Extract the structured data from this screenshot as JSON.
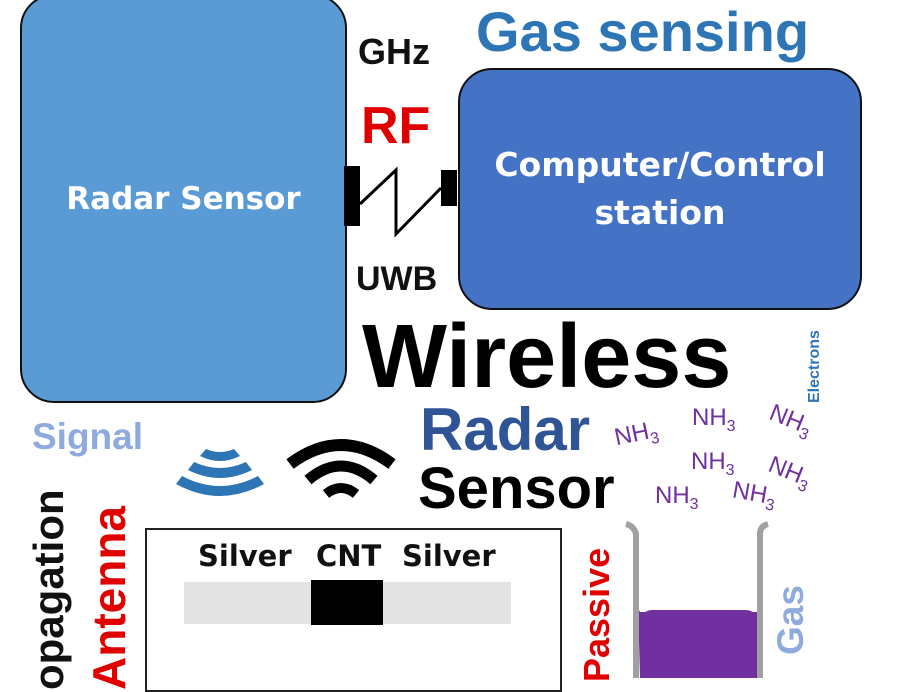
{
  "labels": {
    "radar_sensor_box": "Radar Sensor",
    "computer_box_line1": "Computer/Control",
    "computer_box_line2": "station",
    "ghz": "GHz",
    "rf": "RF",
    "uwb": "UWB",
    "gas_sensing": "Gas sensing",
    "wireless": "Wireless",
    "electrons": "Electrons",
    "signal": "Signal",
    "radar": "Radar",
    "sensor": "Sensor",
    "propagation": "opagation",
    "antenna": "Antenna",
    "passive": "Passive",
    "gas": "Gas",
    "silver_left": "Silver",
    "cnt": "CNT",
    "silver_right": "Silver"
  },
  "molecules": [
    {
      "base": "NH",
      "sub": "3"
    },
    {
      "base": "NH",
      "sub": "3"
    },
    {
      "base": "NH",
      "sub": "3"
    },
    {
      "base": "NH",
      "sub": "3"
    },
    {
      "base": "NH",
      "sub": "3"
    },
    {
      "base": "NH",
      "sub": "3"
    },
    {
      "base": "NH",
      "sub": "3"
    }
  ],
  "colors": {
    "radar_box": "#5b9bd5",
    "computer_box": "#4472c4",
    "gas_sensing_text": "#2e75b6",
    "rf_text": "#e00000",
    "radar_text": "#2f5597",
    "signal_text": "#8faadc",
    "gas_text": "#8faadc",
    "antenna_text": "#e00000",
    "passive_text": "#e00000",
    "nh3_text": "#7030a0",
    "beaker_liquid": "#7030a0",
    "cnt_strip": "#000000",
    "silver_strip": "#e3e3e3"
  },
  "icons": [
    "radar-wave-icon",
    "wifi-icon",
    "beaker-icon",
    "rf-link-icon"
  ]
}
